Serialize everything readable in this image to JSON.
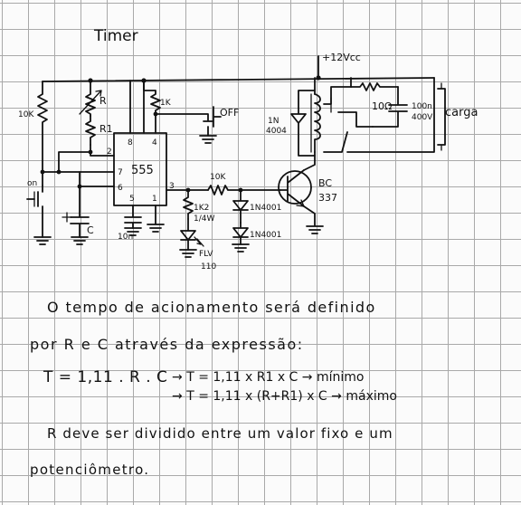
{
  "title": "Timer",
  "labels": {
    "supply": "+12Vcc",
    "r_10k": "10K",
    "r_var": "R",
    "r1": "R1",
    "r_1k": "1K",
    "off": "OFF",
    "ic": "555",
    "pin2": "2",
    "pin8": "8",
    "pin4": "4",
    "pin7": "7",
    "pin6": "6",
    "pin5": "5",
    "pin1": "1",
    "pin3": "3",
    "on": "on",
    "cap_c": "C",
    "cap_10n": "10n",
    "r_10k_base": "10K",
    "r_1k2": "1K2",
    "r_1k2_watt": "1/4W",
    "led": "FLV",
    "led_sub": "110",
    "diode_1n4001_a": "1N4001",
    "diode_1n4001_b": "1N4001",
    "diode_1n4004_a": "1N",
    "diode_1n4004_b": "4004",
    "transistor_a": "BC",
    "transistor_b": "337",
    "r_10ohm": "10Ω",
    "cap_100n": "100n",
    "cap_400v": "400V",
    "load": "carga"
  },
  "text": {
    "line1": "O tempo de acionamento será definido",
    "line2": "por R e C através da expressão:",
    "formula": "T = 1,11 . R . C",
    "min_formula": "T = 1,11 x R1 x C",
    "min_label": "mínimo",
    "max_formula": "T = 1,11 x (R+R1) x C",
    "max_label": "máximo",
    "line3": "R deve ser dividido entre um valor fixo e um",
    "line4": "potenciômetro."
  }
}
